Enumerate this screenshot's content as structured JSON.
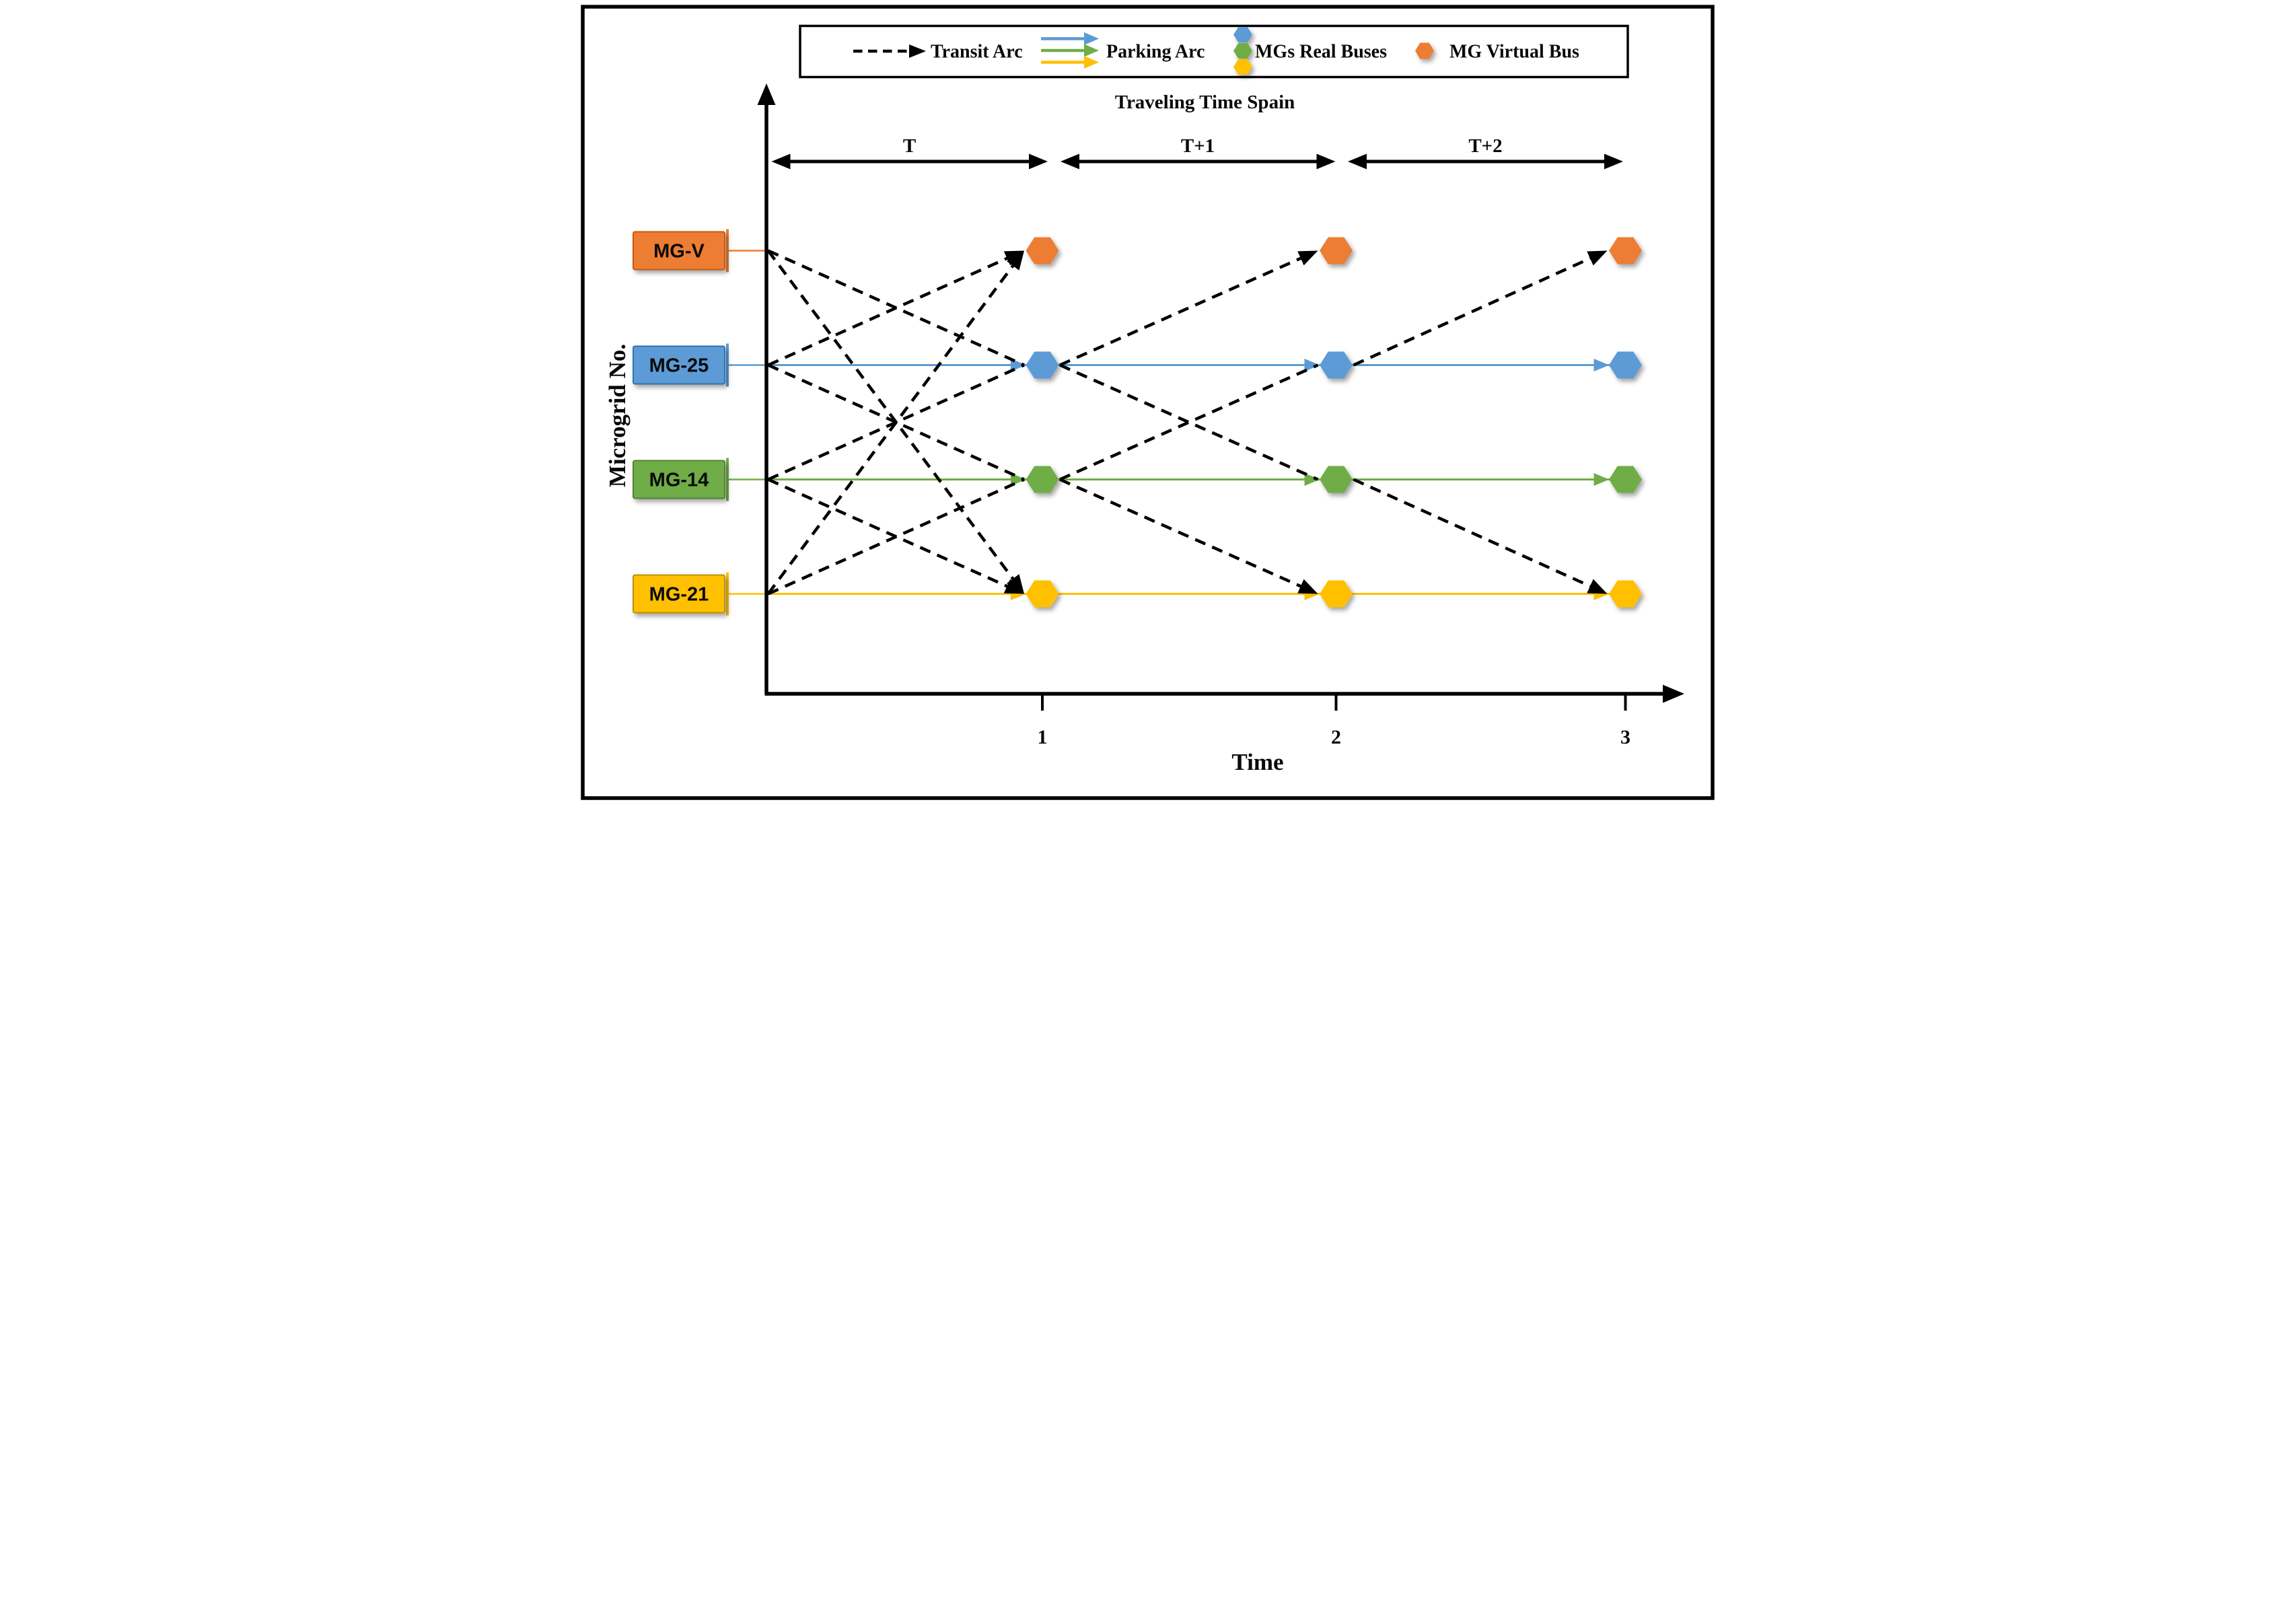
{
  "title": "Traveling Time Spain",
  "legend": {
    "transit_label": "Transit Arc",
    "parking_label": "Parking Arc",
    "real_buses_label": "MGs Real Buses",
    "virtual_bus_label": "MG Virtual Bus"
  },
  "axis": {
    "x_label": "Time",
    "y_label": "Microgrid No.",
    "x_ticks": [
      "1",
      "2",
      "3"
    ],
    "period_labels": [
      "T",
      "T+1",
      "T+2"
    ]
  },
  "colors": {
    "transit_arc": "#000000",
    "virtual_bus": "#ED7D31",
    "bus_blue": "#5B9BD5",
    "bus_green": "#70AD47",
    "bus_yellow": "#FFC000"
  },
  "microgrids": [
    {
      "id": "MG-V",
      "label": "MG-V",
      "bus": "virtual",
      "color": "#ED7D31",
      "edge": "#C55A11"
    },
    {
      "id": "MG-25",
      "label": "MG-25",
      "bus": "real",
      "color": "#5B9BD5",
      "edge": "#2E75B6"
    },
    {
      "id": "MG-14",
      "label": "MG-14",
      "bus": "real",
      "color": "#70AD47",
      "edge": "#548235"
    },
    {
      "id": "MG-21",
      "label": "MG-21",
      "bus": "real",
      "color": "#FFC000",
      "edge": "#BF9000"
    }
  ],
  "time_steps": [
    "1",
    "2",
    "3"
  ],
  "transit_arcs": [
    {
      "from": "MG-V",
      "depart": 0,
      "to": "MG-25",
      "arrive": 1,
      "arrowhead": false
    },
    {
      "from": "MG-V",
      "depart": 0,
      "to": "MG-21",
      "arrive": 1,
      "arrowhead": true
    },
    {
      "from": "MG-25",
      "depart": 0,
      "to": "MG-V",
      "arrive": 1,
      "arrowhead": true
    },
    {
      "from": "MG-25",
      "depart": 0,
      "to": "MG-14",
      "arrive": 1,
      "arrowhead": false
    },
    {
      "from": "MG-14",
      "depart": 0,
      "to": "MG-25",
      "arrive": 1,
      "arrowhead": false
    },
    {
      "from": "MG-14",
      "depart": 0,
      "to": "MG-21",
      "arrive": 1,
      "arrowhead": true
    },
    {
      "from": "MG-21",
      "depart": 0,
      "to": "MG-V",
      "arrive": 1,
      "arrowhead": true
    },
    {
      "from": "MG-21",
      "depart": 0,
      "to": "MG-14",
      "arrive": 1,
      "arrowhead": false
    },
    {
      "from": "MG-25",
      "depart": 1,
      "to": "MG-V",
      "arrive": 2,
      "arrowhead": true
    },
    {
      "from": "MG-25",
      "depart": 1,
      "to": "MG-14",
      "arrive": 2,
      "arrowhead": false
    },
    {
      "from": "MG-14",
      "depart": 1,
      "to": "MG-25",
      "arrive": 2,
      "arrowhead": false
    },
    {
      "from": "MG-14",
      "depart": 1,
      "to": "MG-21",
      "arrive": 2,
      "arrowhead": true
    },
    {
      "from": "MG-25",
      "depart": 2,
      "to": "MG-V",
      "arrive": 3,
      "arrowhead": true
    },
    {
      "from": "MG-14",
      "depart": 2,
      "to": "MG-21",
      "arrive": 3,
      "arrowhead": true
    }
  ],
  "parking_arcs": [
    {
      "mg": "MG-25"
    },
    {
      "mg": "MG-14"
    },
    {
      "mg": "MG-21"
    }
  ]
}
